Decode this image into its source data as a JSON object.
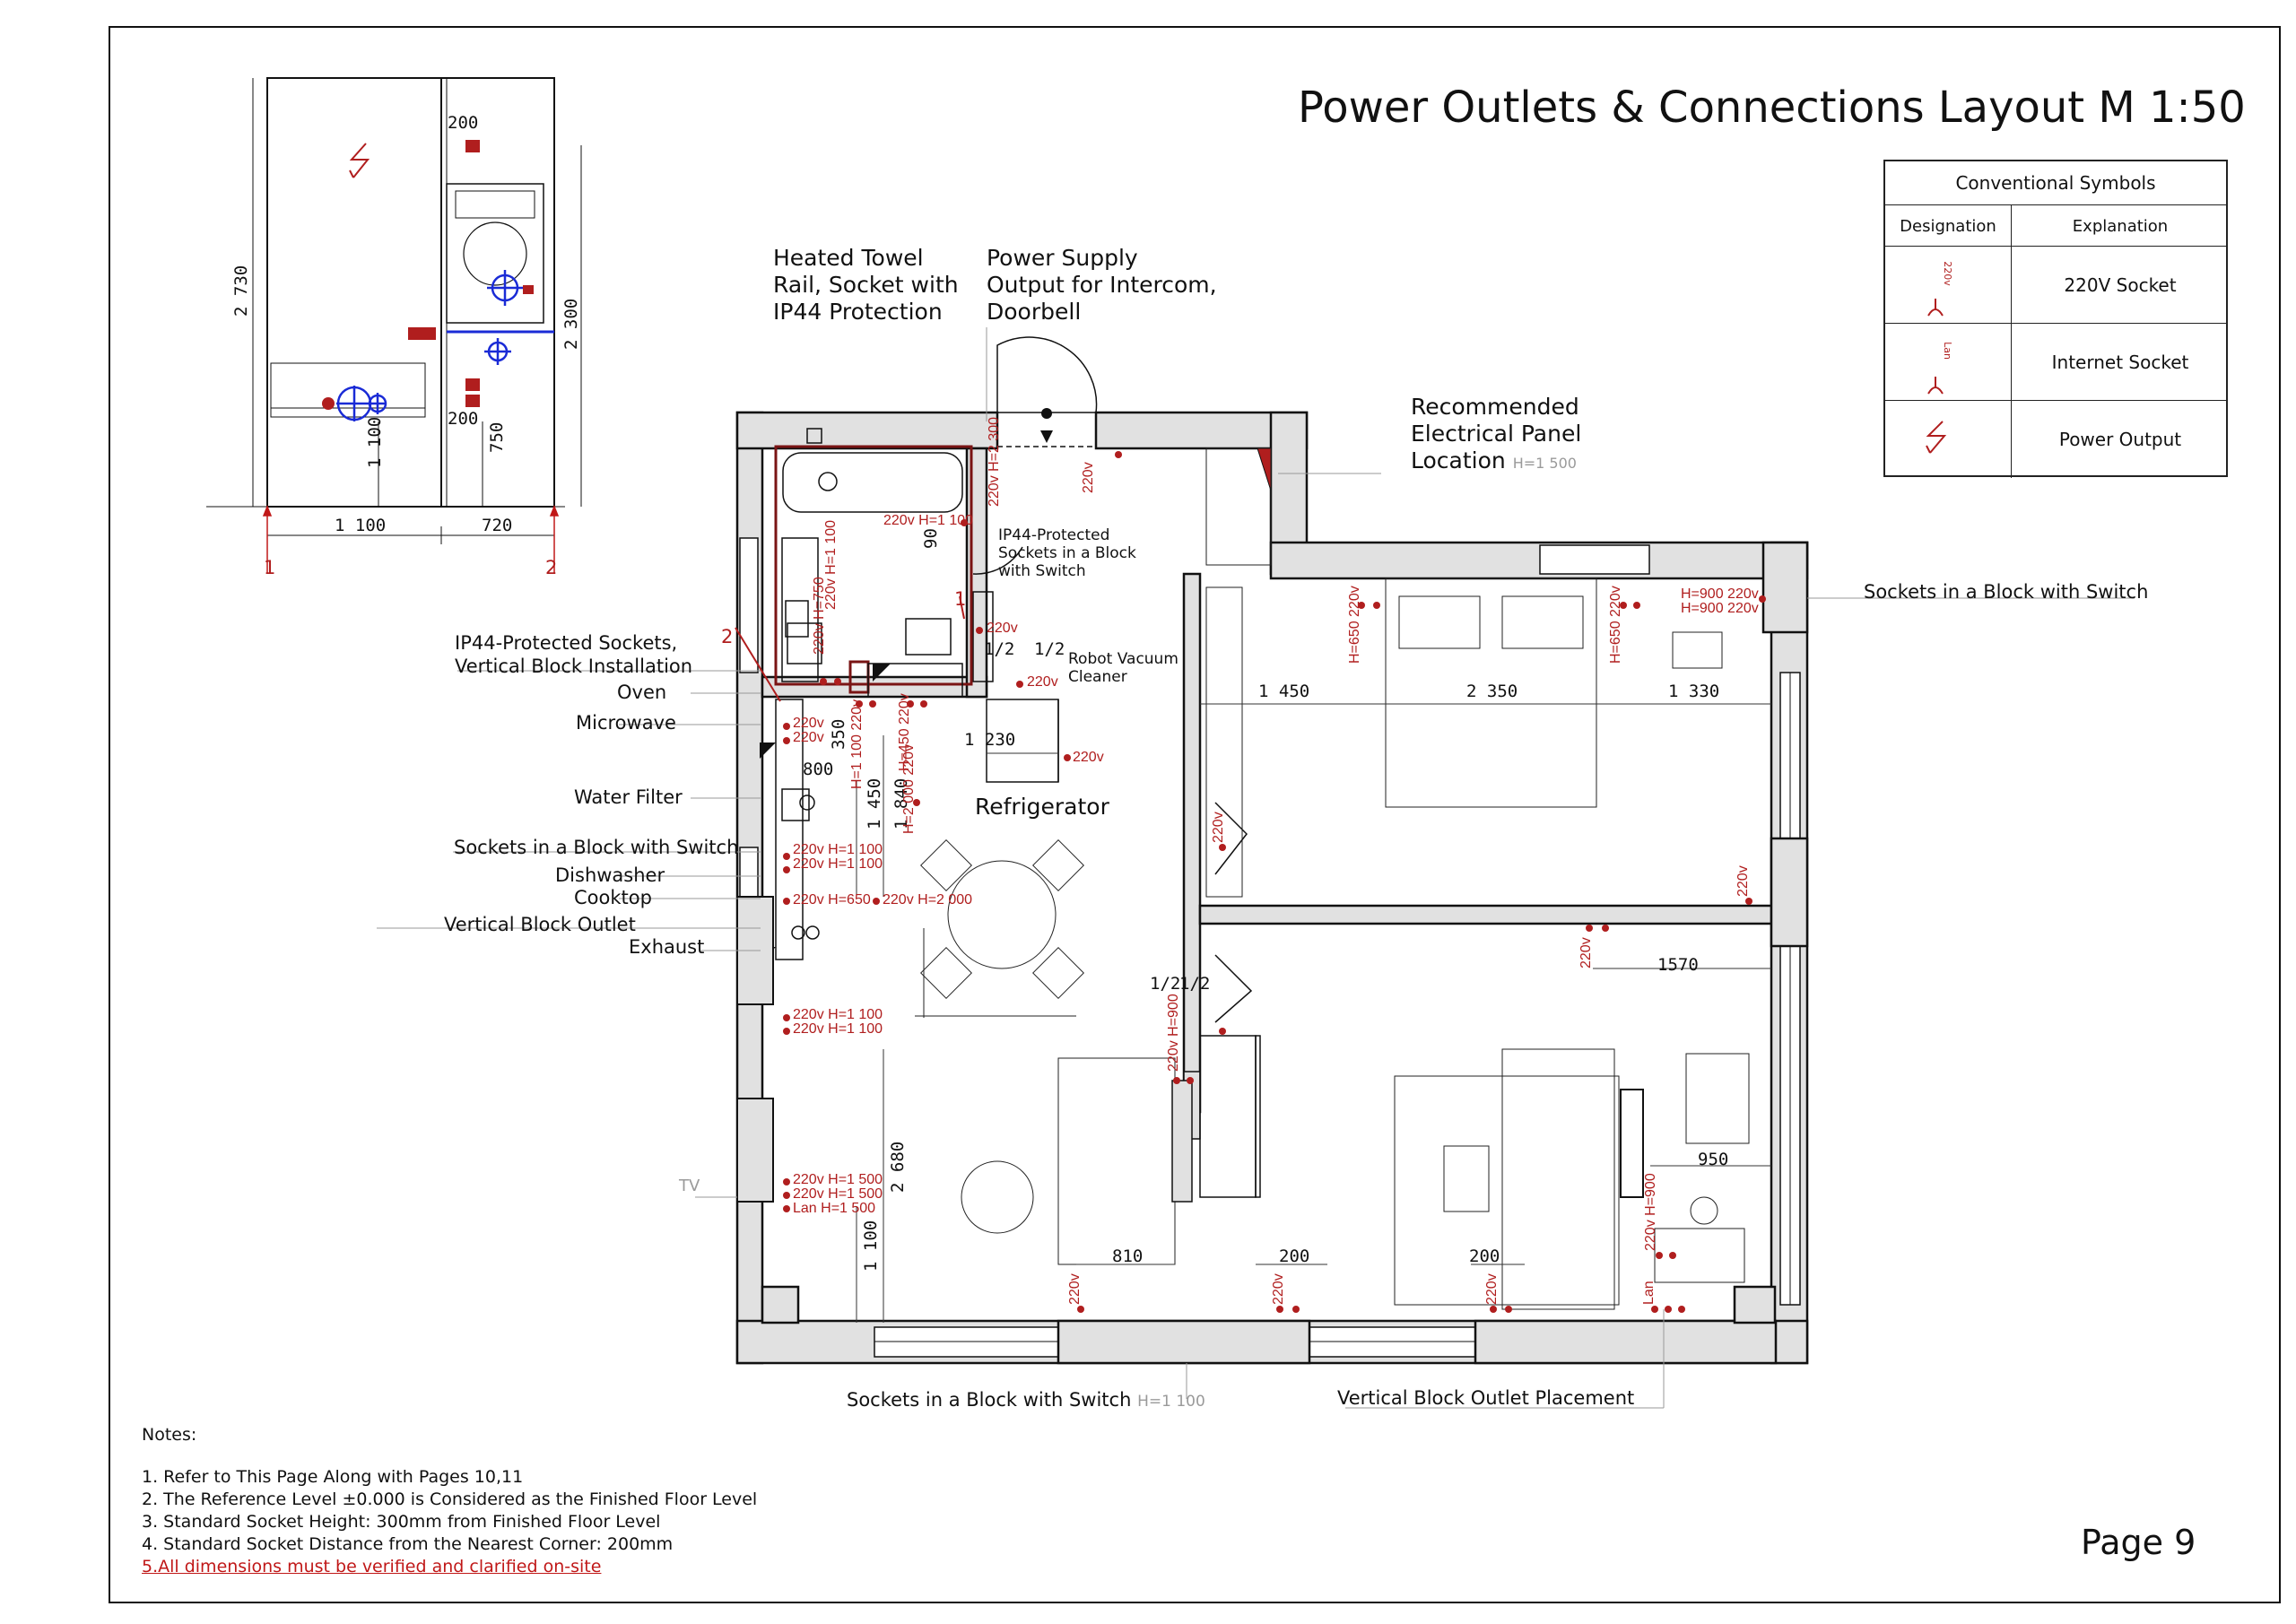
{
  "title": "Power Outlets & Connections Layout M 1:50",
  "page_label": "Page 9",
  "legend": {
    "header": "Conventional Symbols",
    "col_designation": "Designation",
    "col_explanation": "Explanation",
    "rows": [
      {
        "symbol": "220v",
        "icon": "socket-220v-icon",
        "explanation": "220V Socket"
      },
      {
        "symbol": "Lan",
        "icon": "internet-socket-icon",
        "explanation": "Internet Socket"
      },
      {
        "symbol": "",
        "icon": "power-output-icon",
        "explanation": "Power Output"
      }
    ]
  },
  "callouts": {
    "heated_towel": [
      "Heated Towel",
      "Rail, Socket with",
      "IP44 Protection"
    ],
    "power_supply": [
      "Power Supply",
      "Output for Intercom,",
      "Doorbell"
    ],
    "electrical_panel": [
      "Recommended",
      "Electrical Panel",
      "Location"
    ],
    "electrical_panel_height": "H=1 500",
    "ip44_block": [
      "IP44-Protected",
      "Sockets in a Block",
      "with Switch"
    ],
    "sockets_block_switch_right": "Sockets in a Block with Switch",
    "ip44_vertical": [
      "IP44-Protected Sockets,",
      "Vertical Block Installation"
    ],
    "oven": "Oven",
    "microwave": "Microwave",
    "water_filter": "Water Filter",
    "sockets_block_switch_left": "Sockets in a Block with Switch",
    "dishwasher": "Dishwasher",
    "cooktop": "Cooktop",
    "vertical_block_outlet": "Vertical Block Outlet",
    "exhaust": "Exhaust",
    "robot_vacuum": [
      "Robot Vacuum",
      "Cleaner"
    ],
    "refrigerator": "Refrigerator",
    "tv": "TV",
    "bottom_left": "Sockets in a Block with Switch",
    "bottom_left_height": "H=1 100",
    "bottom_right": "Vertical Block Outlet Placement"
  },
  "dimensions": {
    "elev_1100": "1 100",
    "elev_720": "720",
    "elev_2730": "2 730",
    "elev_2300": "2 300",
    "elev_200a": "200",
    "elev_200b": "200",
    "elev_750": "750",
    "elev_1100v": "1 100",
    "elev_mark1": "1",
    "elev_mark2": "2",
    "d_1450h": "1 450",
    "d_2350": "2 350",
    "d_1330": "1 330",
    "d_1230": "1 230",
    "d_350": "350",
    "d_800": "800",
    "d_1450v": "1 450",
    "d_1840": "1 840",
    "d_1570": "1570",
    "d_2680": "2 680",
    "d_1100": "1 100",
    "d_810": "810",
    "d_200a": "200",
    "d_200b": "200",
    "d_950": "950",
    "d_90": "90",
    "half1": "1/2",
    "half2": "1/2",
    "half3": "1/2",
    "half4": "1/2",
    "mark1": "1",
    "mark2": "2"
  },
  "socket_labels": {
    "bath_towel": "220v H=1 100",
    "bath_top": "220v H=2 300",
    "kitchen_oven_1": "220v",
    "kitchen_oven_2": "220v",
    "kitchen_block_1": "220v H=1 100",
    "kitchen_block_2": "220v H=1 100",
    "kitchen_dish": "220v H=650",
    "kitchen_cook": "220v H=2 000",
    "kitchen_low_1": "220v H=1 100",
    "kitchen_low_2": "220v H=1 100",
    "tv_1": "220v H=1 500",
    "tv_2": "220v H=1 500",
    "tv_lan": "Lan H=1 500",
    "robot": "220v",
    "fridge_right": "220v",
    "hall_1": "220v",
    "hall_2": "220v",
    "bed_right_1": "H=900 220v",
    "bed_right_2": "H=900 220v",
    "bed_left": "H=650 220v",
    "bed_center": "H=650 220v",
    "bed_corner": "220v",
    "living_corner": "220v",
    "living_door": "220v",
    "living_bottom_1": "220v",
    "living_bottom_2": "220v",
    "living_bottom_3": "220v",
    "living_desk": "220v H=900",
    "living_lan": "Lan",
    "cook_vert": "H=2 000 220v",
    "fridge_pair": "H=450 220v",
    "kitchen_pair": "H=1 100 220v",
    "bath_v1": "220v H=1 100",
    "bath_v2": "220v H=750",
    "corr_v": "220v H=900"
  },
  "notes": {
    "heading": "Notes:",
    "items": [
      "1.  Refer to This Page Along with Pages 10,11",
      "2. The Reference Level ±0.000 is Considered as the Finished Floor Level",
      "3. Standard Socket Height: 300mm from Finished Floor Level",
      "4. Standard Socket Distance from the Nearest Corner: 200mm"
    ],
    "warning": "5.All dimensions must be verified and clarified on-site"
  },
  "colors": {
    "wall_fill": "#e1e1e1",
    "socket_red": "#b01e1e",
    "plumbing_blue": "#1a2bd6",
    "line": "#111111"
  }
}
